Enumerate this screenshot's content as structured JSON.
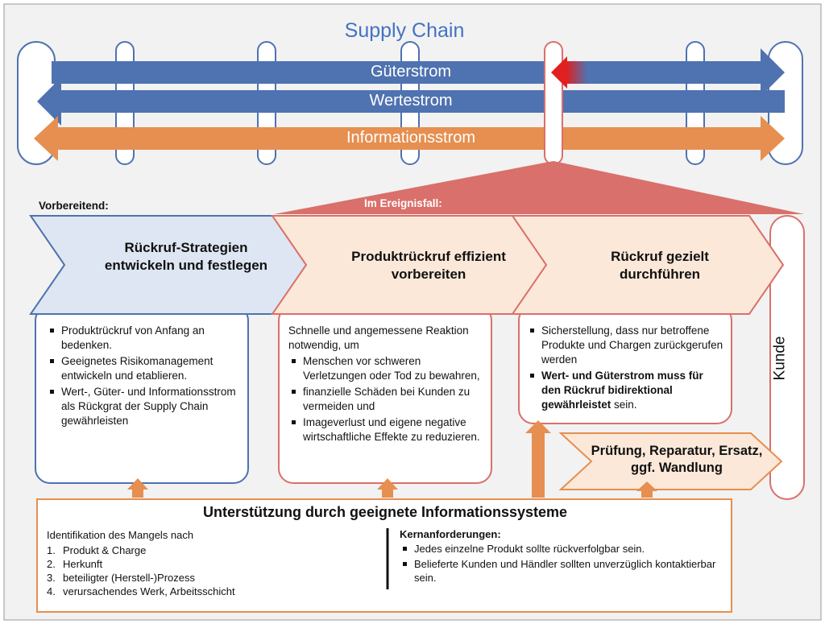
{
  "title": "Supply Chain",
  "flows": {
    "gueter": "Güterstrom",
    "werte": "Wertestrom",
    "information": "Informationsstrom"
  },
  "labels": {
    "vorbereitend": "Vorbereitend:",
    "ereignisfall": "Im Ereignisfall:",
    "kunde": "Kunde"
  },
  "phases": [
    {
      "title": "Rückruf-Strategien entwickeln und festlegen",
      "bullets": [
        "Produktrückruf von Anfang an bedenken.",
        "Geeignetes Risikomanagement entwickeln und etablieren.",
        "Wert-, Güter- und Informationsstrom als Rückgrat der Supply Chain gewährleisten"
      ]
    },
    {
      "title": "Produktrückruf effizient vorbereiten",
      "intro": "Schnelle und angemessene Reaktion notwendig, um",
      "bullets": [
        "Menschen vor schweren Verletzungen oder Tod zu bewahren,",
        "finanzielle Schäden bei Kunden zu vermeiden und",
        "Imageverlust und eigene negative wirtschaftliche Effekte zu reduzieren."
      ]
    },
    {
      "title": "Rückruf gezielt durchführen",
      "bullets": [
        "Sicherstellung, dass nur betroffene Produkte und Chargen zurückgerufen werden",
        "Wert- und Güterstrom muss für den Rückruf bidirektional gewährleistet"
      ],
      "bullet_suffix": " sein."
    }
  ],
  "pruefung": "Prüfung, Reparatur, Ersatz, ggf. Wandlung",
  "support": {
    "title": "Unterstützung durch geeignete Informationssysteme",
    "left_heading": "Identifikation des Mangels nach",
    "left_items": [
      "Produkt & Charge",
      "Herkunft",
      "beteiligter (Herstell-)Prozess",
      "verursachendes Werk, Arbeitsschicht"
    ],
    "right_heading": "Kernanforderungen:",
    "right_items": [
      "Jedes einzelne Produkt sollte rückverfolgbar sein.",
      "Belieferte Kunden und Händler sollten unverzüglich kontaktierbar sein."
    ]
  },
  "colors": {
    "blue_flow": "#4f72b0",
    "orange_flow": "#e68f50",
    "red_accent": "#d9706b",
    "chevron_blue_fill": "#dde6f2",
    "chevron_orange_fill": "#fbe8d8",
    "title_blue": "#4472c4"
  }
}
